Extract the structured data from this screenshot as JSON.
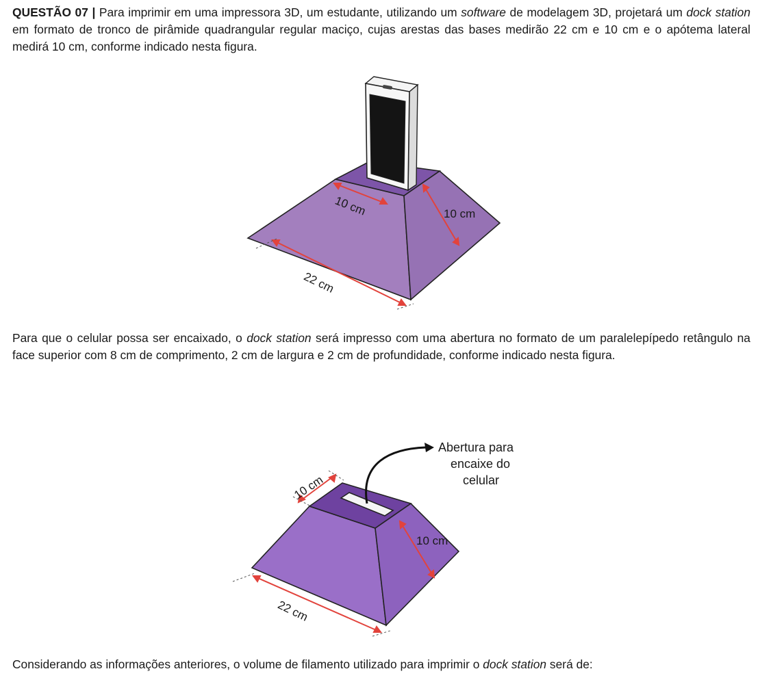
{
  "question": {
    "label": "QUESTÃO 07 |",
    "intro_a": " Para imprimir em uma impressora 3D, um estudante, utilizando um ",
    "intro_b": "software",
    "intro_c": " de modelagem 3D, projetará um ",
    "intro_d": "dock station",
    "intro_e": " em formato de tronco de pirâmide quadrangular regular maciço, cujas arestas das bases medirão 22 cm e 10 cm e o apótema lateral medirá 10 cm, conforme indicado nesta figura."
  },
  "figure1": {
    "label_top_edge": "10 cm",
    "label_apothem": "10 cm",
    "label_base_edge": "22 cm",
    "color_face": "#a37fbe",
    "color_top": "#7d55a8",
    "color_arrow": "#e2433c"
  },
  "paragraph2": {
    "a": "Para que o celular possa ser encaixado, o ",
    "b": "dock station",
    "c": " será impresso com uma abertura no formato de um paralelepípedo retângulo na face superior com 8 cm de comprimento, 2 cm de largura e 2 cm de profundidade, conforme indicado nesta figura."
  },
  "figure2": {
    "label_top_edge": "10 cm",
    "label_apothem": "10 cm",
    "label_base_edge": "22 cm",
    "callout_line1": "Abertura para",
    "callout_line2": "encaixe do",
    "callout_line3": "celular",
    "color_face": "#9a6fc8",
    "color_top": "#6e42a0",
    "color_arrow": "#e2433c"
  },
  "paragraph3": {
    "a": "Considerando as informações anteriores, o volume de filamento utilizado para imprimir o ",
    "b": "dock station",
    "c": " será de:"
  }
}
